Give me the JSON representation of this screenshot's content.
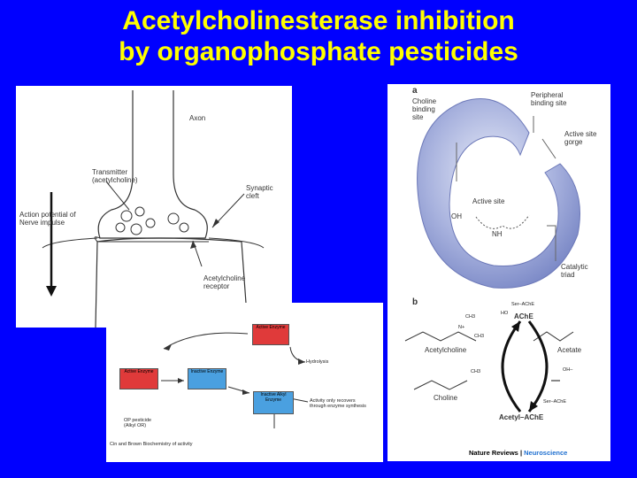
{
  "title": {
    "line1": "Acetylcholinesterase inhibition",
    "line2": "by organophosphate pesticides"
  },
  "synapse": {
    "axon": "Axon",
    "transmitter": "Transmitter\n(acetylcholine)",
    "synaptic_cleft": "Synaptic\ncleft",
    "action_potential": "Action potential of\nNerve impulse",
    "receptor": "Acetylcholine\nreceptor"
  },
  "pathway": {
    "active_enzyme_top": "Active\nEnzyme",
    "active_enzyme_left": "Active\nEnzyme",
    "inactive_enzyme": "Inactive\nEnzyme",
    "inactive_alkyl_enzyme": "Inactive\nAlkyl Enzyme",
    "hydrolysis": "Hydrolysis",
    "activity_note": "Activity only recovers\nthrough enzyme synthesis",
    "op_label": "OP pesticide\n(Alkyl OR)",
    "footer": "Cin and Brown Biochemistry of activity"
  },
  "enzyme": {
    "panel_a": "a",
    "panel_b": "b",
    "choline_binding_site": "Choline\nbinding\nsite",
    "peripheral_binding_site": "Peripheral\nbinding site",
    "active_site_gorge": "Active site\ngorge",
    "active_site": "Active site",
    "oh": "OH",
    "nh": "NH",
    "catalytic_triad": "Catalytic\ntriad",
    "ser_ache_top": "Ser–AChE",
    "ho": "HO",
    "ache": "AChE",
    "ch3_a": "CH3",
    "ch3_b": "CH3",
    "ch3_c": "CH3",
    "n_plus": "N+",
    "acetylcholine": "Acetylcholine",
    "acetate": "Acetate",
    "oh_minus": "OH–",
    "choline": "Choline",
    "ser_ache_bottom": "Ser–AChE",
    "acetyl_ache": "Acetyl–AChE",
    "credit_left": "Nature Reviews",
    "credit_sep": " | ",
    "credit_right": "Neuroscience"
  },
  "colors": {
    "background": "#0000ff",
    "title": "#ffff00",
    "gorge_fill": "#9aa6d8",
    "enzyme_red": "#e03a3a",
    "enzyme_blue": "#4aa0e0",
    "credit_blue": "#1e6fd0"
  }
}
